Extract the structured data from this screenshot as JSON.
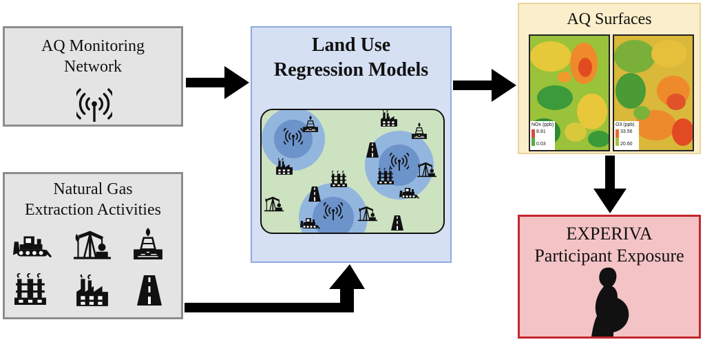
{
  "monitoring_box": {
    "line1": "AQ Monitoring",
    "line2": "Network"
  },
  "gas_box": {
    "line1": "Natural Gas",
    "line2": "Extraction Activities"
  },
  "lur_box": {
    "line1": "Land Use",
    "line2": "Regression Models"
  },
  "aq_box": {
    "title": "AQ Surfaces",
    "map1": {
      "label": "NOx (ppb)",
      "max": "8.81",
      "min": "0.03"
    },
    "map2": {
      "label": "O3 (ppb)",
      "max": "33.56",
      "min": "20.60"
    }
  },
  "exposure_box": {
    "line1": "EXPERIVA",
    "line2": "Participant Exposure"
  },
  "colors": {
    "gray_box": "#e4e4e4",
    "blue_box": "#d6e0f3",
    "yellow_box": "#fbeecb",
    "red_box": "#f4c3c6",
    "red_border": "#c4262d"
  },
  "icons": [
    "antenna-icon",
    "bulldozer-icon",
    "pumpjack-icon",
    "gas-well-icon",
    "refinery-icon",
    "processing-plant-icon",
    "road-icon",
    "pregnant-woman-icon"
  ]
}
